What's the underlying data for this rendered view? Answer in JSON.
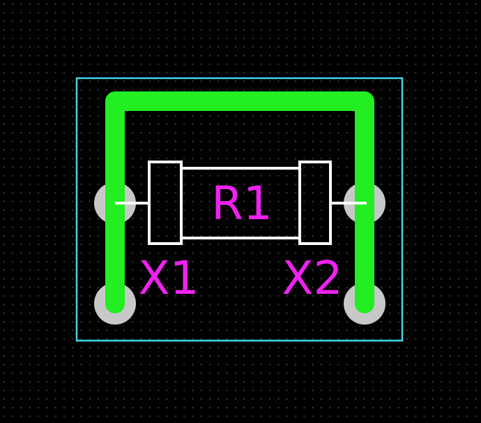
{
  "board": {
    "background_color": "#000000",
    "grid_dot_color": "#5a5a5a",
    "outline_color": "#3fd6e6",
    "trace_color": "#22ee22",
    "pad_color": "#c8c8c8",
    "silkscreen_color": "#ffffff",
    "label_color": "#ee22ee"
  },
  "component": {
    "reference": "R1",
    "pins": [
      {
        "label": "X1"
      },
      {
        "label": "X2"
      }
    ]
  },
  "icons": {
    "body": "resistor-body-outline",
    "pad": "through-hole-pad-icon"
  }
}
